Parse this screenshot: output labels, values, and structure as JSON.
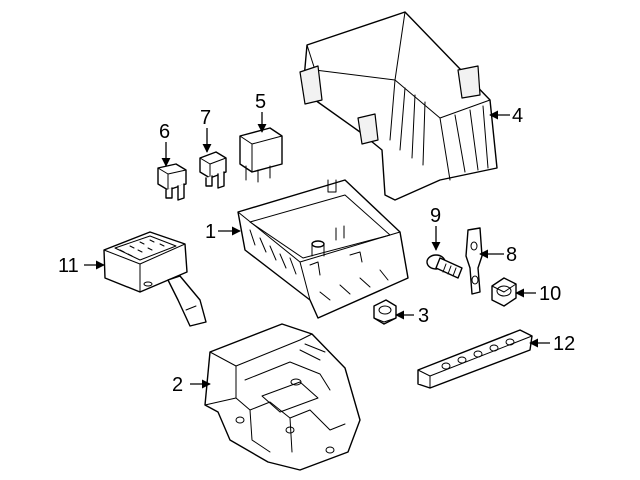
{
  "callouts": {
    "c1": "1",
    "c2": "2",
    "c3": "3",
    "c4": "4",
    "c5": "5",
    "c6": "6",
    "c7": "7",
    "c8": "8",
    "c9": "9",
    "c10": "10",
    "c11": "11",
    "c12": "12"
  },
  "colors": {
    "line": "#000000",
    "background": "#ffffff"
  }
}
